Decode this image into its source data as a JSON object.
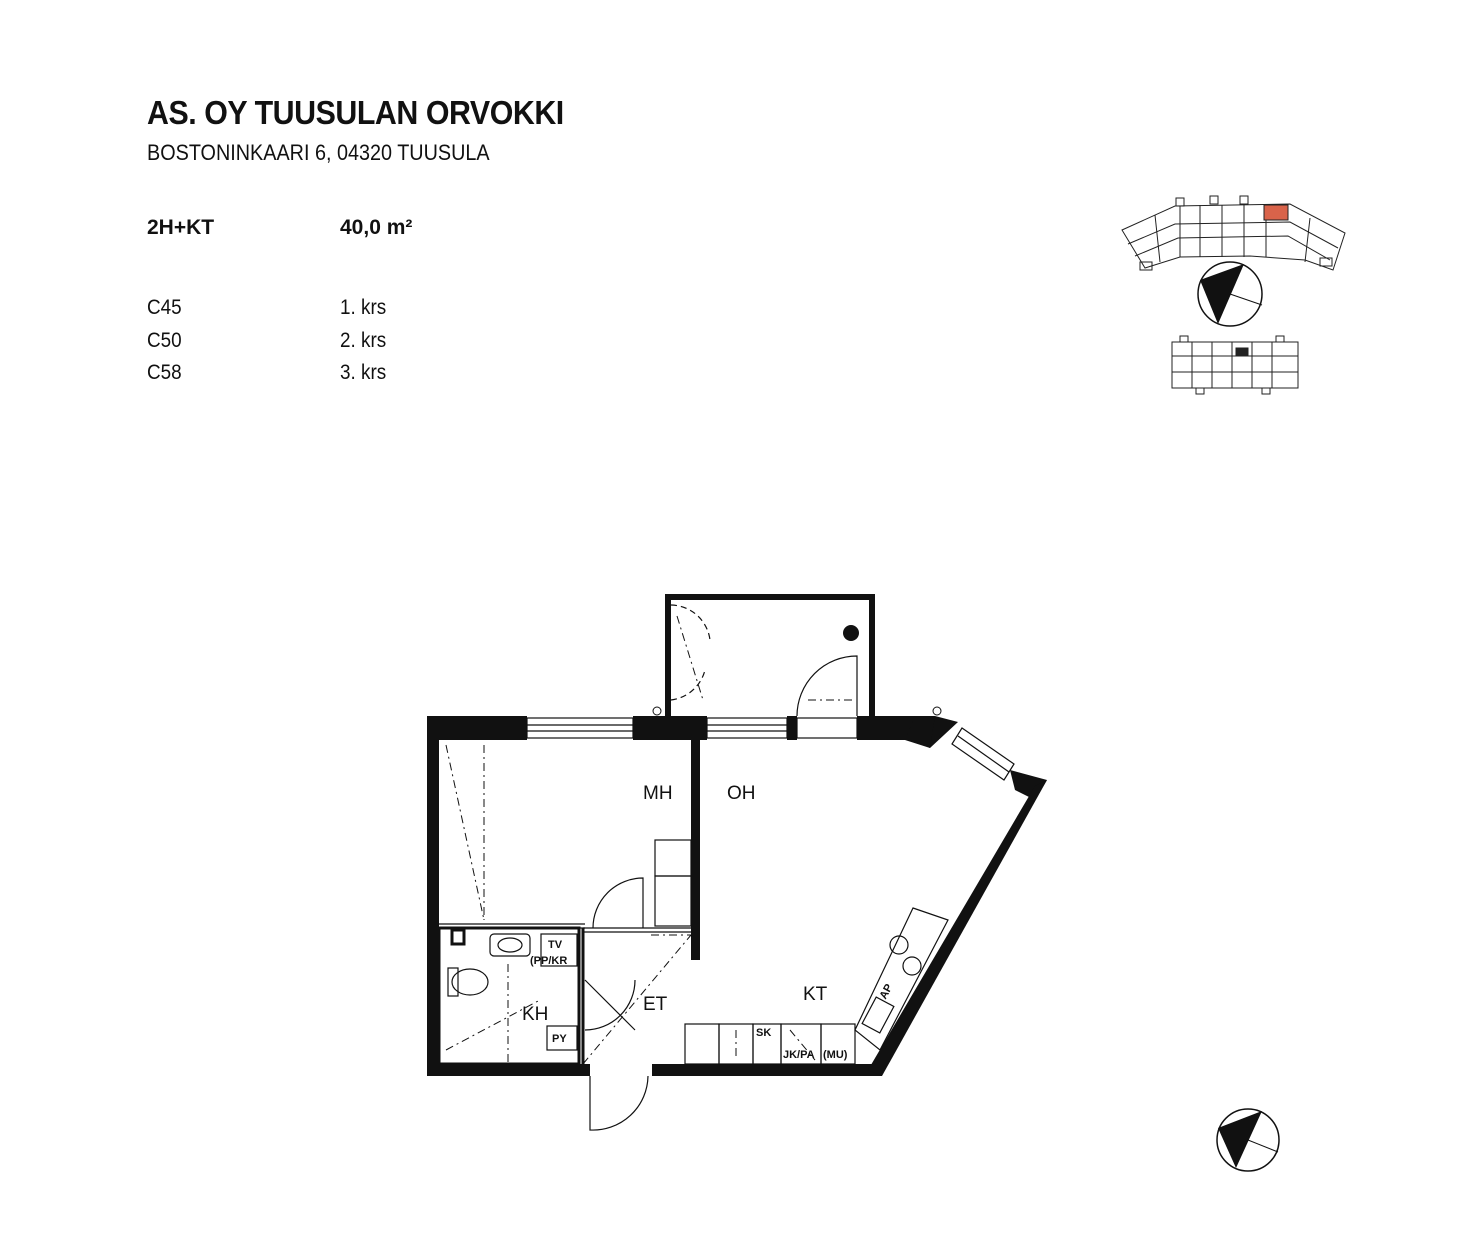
{
  "header": {
    "title": "AS. OY TUUSULAN ORVOKKI",
    "address": "BOSTONINKAARI 6, 04320 TUUSULA"
  },
  "apartment": {
    "type": "2H+KT",
    "area": "40,0 m²"
  },
  "units": [
    {
      "code": "C45",
      "floor": "1. krs"
    },
    {
      "code": "C50",
      "floor": "2. krs"
    },
    {
      "code": "C58",
      "floor": "3. krs"
    }
  ],
  "rooms": {
    "mh": "MH",
    "oh": "OH",
    "kt": "KT",
    "et": "ET",
    "kh": "KH",
    "py": "PY",
    "tv": "TV",
    "ppkr": "(PP/KR",
    "sk": "SK",
    "jkpa": "JK/PA",
    "mu": "(MU)",
    "ap": "AP"
  },
  "colors": {
    "walls": "#111111",
    "highlight": "#d9634a"
  }
}
